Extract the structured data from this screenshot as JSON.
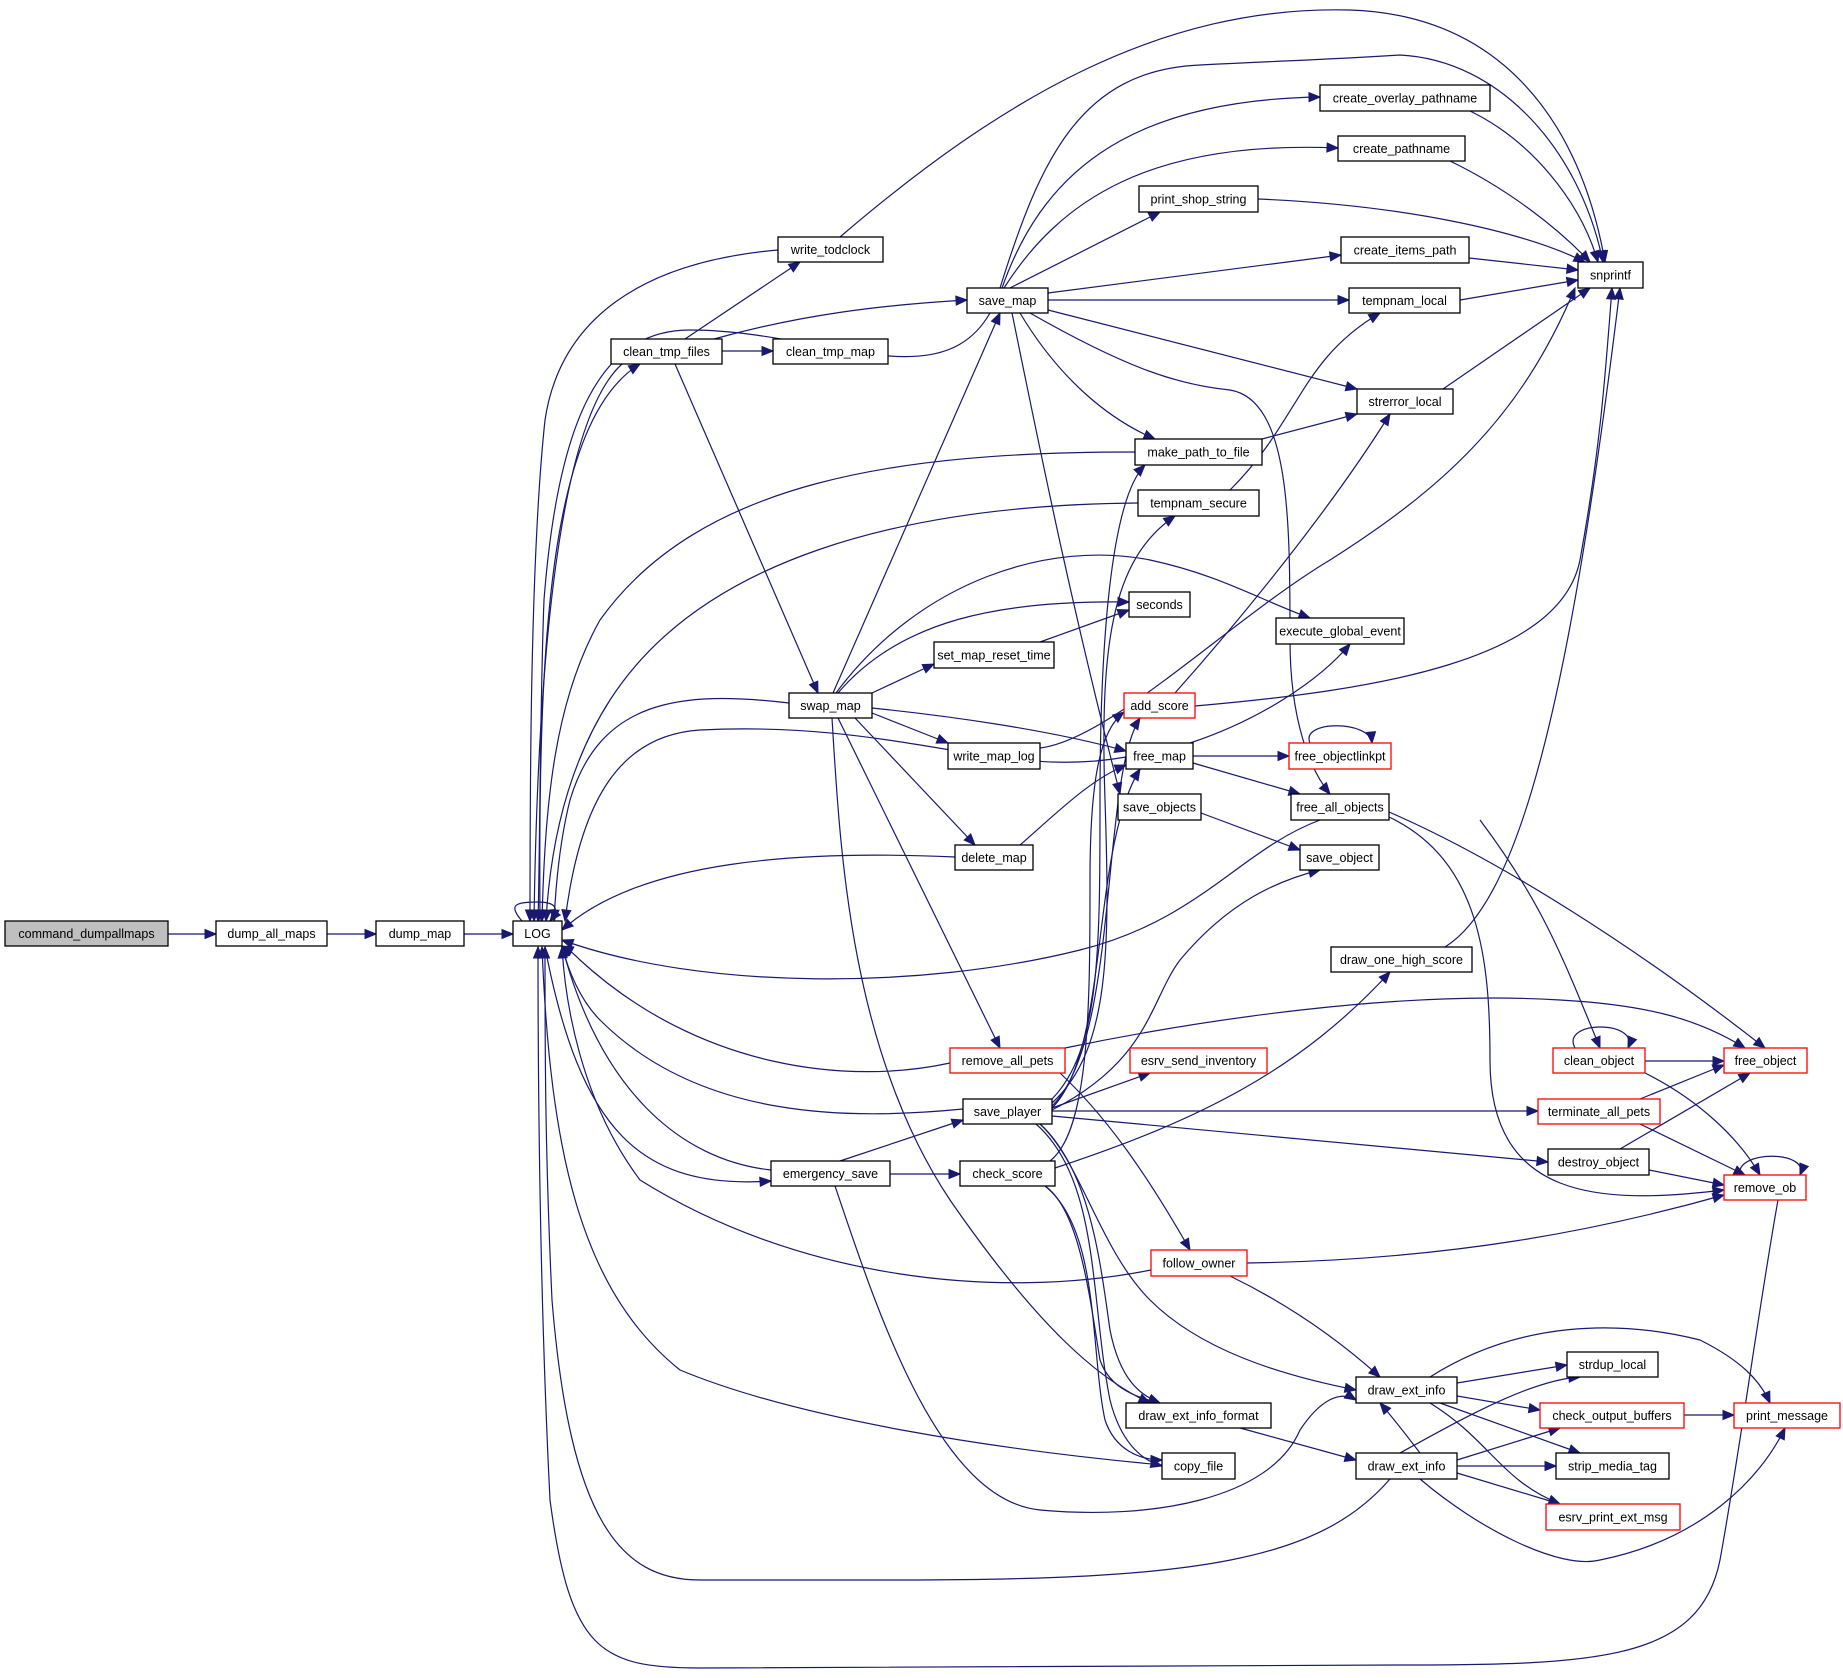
{
  "diagram": {
    "type": "call-graph",
    "root": "command_dumpallmaps",
    "colors": {
      "edge": "#191970",
      "node_border": "#000000",
      "truncated_border": "#ff0000",
      "root_fill": "#bfbfbf"
    },
    "nodes": [
      {
        "id": "command_dumpallmaps",
        "label": "command_dumpallmaps",
        "style": "root"
      },
      {
        "id": "dump_all_maps",
        "label": "dump_all_maps",
        "style": "normal"
      },
      {
        "id": "dump_map",
        "label": "dump_map",
        "style": "normal"
      },
      {
        "id": "LOG",
        "label": "LOG",
        "style": "normal"
      },
      {
        "id": "write_todclock",
        "label": "write_todclock",
        "style": "normal"
      },
      {
        "id": "clean_tmp_files",
        "label": "clean_tmp_files",
        "style": "normal"
      },
      {
        "id": "clean_tmp_map",
        "label": "clean_tmp_map",
        "style": "normal"
      },
      {
        "id": "save_map",
        "label": "save_map",
        "style": "normal"
      },
      {
        "id": "create_overlay_pathname",
        "label": "create_overlay_pathname",
        "style": "normal"
      },
      {
        "id": "create_pathname",
        "label": "create_pathname",
        "style": "normal"
      },
      {
        "id": "print_shop_string",
        "label": "print_shop_string",
        "style": "normal"
      },
      {
        "id": "create_items_path",
        "label": "create_items_path",
        "style": "normal"
      },
      {
        "id": "snprintf",
        "label": "snprintf",
        "style": "normal"
      },
      {
        "id": "tempnam_local",
        "label": "tempnam_local",
        "style": "normal"
      },
      {
        "id": "strerror_local",
        "label": "strerror_local",
        "style": "normal"
      },
      {
        "id": "make_path_to_file",
        "label": "make_path_to_file",
        "style": "normal"
      },
      {
        "id": "tempnam_secure",
        "label": "tempnam_secure",
        "style": "normal"
      },
      {
        "id": "seconds",
        "label": "seconds",
        "style": "normal"
      },
      {
        "id": "execute_global_event",
        "label": "execute_global_event",
        "style": "normal"
      },
      {
        "id": "set_map_reset_time",
        "label": "set_map_reset_time",
        "style": "normal"
      },
      {
        "id": "swap_map",
        "label": "swap_map",
        "style": "normal"
      },
      {
        "id": "add_score",
        "label": "add_score",
        "style": "truncated"
      },
      {
        "id": "write_map_log",
        "label": "write_map_log",
        "style": "normal"
      },
      {
        "id": "free_map",
        "label": "free_map",
        "style": "normal"
      },
      {
        "id": "free_objectlinkpt",
        "label": "free_objectlinkpt",
        "style": "truncated"
      },
      {
        "id": "save_objects",
        "label": "save_objects",
        "style": "normal"
      },
      {
        "id": "free_all_objects",
        "label": "free_all_objects",
        "style": "normal"
      },
      {
        "id": "delete_map",
        "label": "delete_map",
        "style": "normal"
      },
      {
        "id": "save_object",
        "label": "save_object",
        "style": "normal"
      },
      {
        "id": "draw_one_high_score",
        "label": "draw_one_high_score",
        "style": "normal"
      },
      {
        "id": "remove_all_pets",
        "label": "remove_all_pets",
        "style": "truncated"
      },
      {
        "id": "esrv_send_inventory",
        "label": "esrv_send_inventory",
        "style": "truncated"
      },
      {
        "id": "clean_object",
        "label": "clean_object",
        "style": "truncated"
      },
      {
        "id": "free_object",
        "label": "free_object",
        "style": "truncated"
      },
      {
        "id": "save_player",
        "label": "save_player",
        "style": "normal"
      },
      {
        "id": "terminate_all_pets",
        "label": "terminate_all_pets",
        "style": "truncated"
      },
      {
        "id": "emergency_save",
        "label": "emergency_save",
        "style": "normal"
      },
      {
        "id": "check_score",
        "label": "check_score",
        "style": "normal"
      },
      {
        "id": "destroy_object",
        "label": "destroy_object",
        "style": "normal"
      },
      {
        "id": "remove_ob",
        "label": "remove_ob",
        "style": "truncated"
      },
      {
        "id": "follow_owner",
        "label": "follow_owner",
        "style": "truncated"
      },
      {
        "id": "draw_ext_info_a",
        "label": "draw_ext_info",
        "style": "normal"
      },
      {
        "id": "strdup_local",
        "label": "strdup_local",
        "style": "normal"
      },
      {
        "id": "draw_ext_info_format",
        "label": "draw_ext_info_format",
        "style": "normal"
      },
      {
        "id": "check_output_buffers",
        "label": "check_output_buffers",
        "style": "truncated"
      },
      {
        "id": "print_message",
        "label": "print_message",
        "style": "truncated"
      },
      {
        "id": "copy_file",
        "label": "copy_file",
        "style": "normal"
      },
      {
        "id": "draw_ext_info_b",
        "label": "draw_ext_info",
        "style": "normal"
      },
      {
        "id": "strip_media_tag",
        "label": "strip_media_tag",
        "style": "normal"
      },
      {
        "id": "esrv_print_ext_msg",
        "label": "esrv_print_ext_msg",
        "style": "truncated"
      }
    ],
    "edges": [
      [
        "command_dumpallmaps",
        "dump_all_maps"
      ],
      [
        "dump_all_maps",
        "dump_map"
      ],
      [
        "dump_map",
        "LOG"
      ],
      [
        "LOG",
        "LOG"
      ],
      [
        "LOG",
        "clean_tmp_files"
      ],
      [
        "LOG",
        "emergency_save"
      ],
      [
        "write_todclock",
        "LOG"
      ],
      [
        "write_todclock",
        "snprintf"
      ],
      [
        "clean_tmp_files",
        "LOG"
      ],
      [
        "clean_tmp_files",
        "write_todclock"
      ],
      [
        "clean_tmp_files",
        "save_map"
      ],
      [
        "clean_tmp_files",
        "clean_tmp_map"
      ],
      [
        "clean_tmp_files",
        "swap_map"
      ],
      [
        "save_map",
        "LOG"
      ],
      [
        "save_map",
        "snprintf"
      ],
      [
        "save_map",
        "create_overlay_pathname"
      ],
      [
        "save_map",
        "create_pathname"
      ],
      [
        "save_map",
        "print_shop_string"
      ],
      [
        "save_map",
        "create_items_path"
      ],
      [
        "save_map",
        "tempnam_local"
      ],
      [
        "save_map",
        "strerror_local"
      ],
      [
        "save_map",
        "make_path_to_file"
      ],
      [
        "save_map",
        "free_all_objects"
      ],
      [
        "save_map",
        "save_objects"
      ],
      [
        "create_overlay_pathname",
        "snprintf"
      ],
      [
        "create_pathname",
        "snprintf"
      ],
      [
        "print_shop_string",
        "snprintf"
      ],
      [
        "create_items_path",
        "snprintf"
      ],
      [
        "tempnam_local",
        "snprintf"
      ],
      [
        "strerror_local",
        "snprintf"
      ],
      [
        "make_path_to_file",
        "LOG"
      ],
      [
        "make_path_to_file",
        "strerror_local"
      ],
      [
        "tempnam_secure",
        "LOG"
      ],
      [
        "tempnam_secure",
        "tempnam_local"
      ],
      [
        "set_map_reset_time",
        "seconds"
      ],
      [
        "swap_map",
        "LOG"
      ],
      [
        "swap_map",
        "save_map"
      ],
      [
        "swap_map",
        "seconds"
      ],
      [
        "swap_map",
        "set_map_reset_time"
      ],
      [
        "swap_map",
        "execute_global_event"
      ],
      [
        "swap_map",
        "write_map_log"
      ],
      [
        "swap_map",
        "free_map"
      ],
      [
        "swap_map",
        "delete_map"
      ],
      [
        "swap_map",
        "remove_all_pets"
      ],
      [
        "swap_map",
        "draw_ext_info_format"
      ],
      [
        "add_score",
        "snprintf"
      ],
      [
        "add_score",
        "strerror_local"
      ],
      [
        "write_map_log",
        "LOG"
      ],
      [
        "write_map_log",
        "snprintf"
      ],
      [
        "free_map",
        "LOG"
      ],
      [
        "free_map",
        "execute_global_event"
      ],
      [
        "free_map",
        "free_objectlinkpt"
      ],
      [
        "free_map",
        "free_all_objects"
      ],
      [
        "free_objectlinkpt",
        "free_objectlinkpt"
      ],
      [
        "save_objects",
        "save_object"
      ],
      [
        "free_all_objects",
        "LOG"
      ],
      [
        "free_all_objects",
        "clean_object"
      ],
      [
        "free_all_objects",
        "free_object"
      ],
      [
        "free_all_objects",
        "remove_ob"
      ],
      [
        "delete_map",
        "LOG"
      ],
      [
        "delete_map",
        "free_map"
      ],
      [
        "draw_one_high_score",
        "snprintf"
      ],
      [
        "remove_all_pets",
        "LOG"
      ],
      [
        "remove_all_pets",
        "free_object"
      ],
      [
        "remove_all_pets",
        "follow_owner"
      ],
      [
        "clean_object",
        "clean_object"
      ],
      [
        "clean_object",
        "free_object"
      ],
      [
        "clean_object",
        "remove_ob"
      ],
      [
        "save_player",
        "LOG"
      ],
      [
        "save_player",
        "make_path_to_file"
      ],
      [
        "save_player",
        "tempnam_secure"
      ],
      [
        "save_player",
        "add_score"
      ],
      [
        "save_player",
        "free_map"
      ],
      [
        "save_player",
        "esrv_send_inventory"
      ],
      [
        "save_player",
        "save_object"
      ],
      [
        "save_player",
        "terminate_all_pets"
      ],
      [
        "save_player",
        "destroy_object"
      ],
      [
        "save_player",
        "draw_ext_info_a"
      ],
      [
        "save_player",
        "draw_ext_info_format"
      ],
      [
        "save_player",
        "copy_file"
      ],
      [
        "terminate_all_pets",
        "free_object"
      ],
      [
        "terminate_all_pets",
        "remove_ob"
      ],
      [
        "emergency_save",
        "LOG"
      ],
      [
        "emergency_save",
        "save_player"
      ],
      [
        "emergency_save",
        "check_score"
      ],
      [
        "emergency_save",
        "draw_ext_info_a"
      ],
      [
        "check_score",
        "add_score"
      ],
      [
        "check_score",
        "draw_one_high_score"
      ],
      [
        "check_score",
        "draw_ext_info_format"
      ],
      [
        "check_score",
        "copy_file"
      ],
      [
        "destroy_object",
        "free_object"
      ],
      [
        "destroy_object",
        "remove_ob"
      ],
      [
        "remove_ob",
        "remove_ob"
      ],
      [
        "remove_ob",
        "LOG"
      ],
      [
        "follow_owner",
        "LOG"
      ],
      [
        "follow_owner",
        "remove_ob"
      ],
      [
        "follow_owner",
        "draw_ext_info_a"
      ],
      [
        "draw_ext_info_a",
        "strdup_local"
      ],
      [
        "draw_ext_info_a",
        "check_output_buffers"
      ],
      [
        "draw_ext_info_a",
        "print_message"
      ],
      [
        "draw_ext_info_a",
        "strip_media_tag"
      ],
      [
        "draw_ext_info_a",
        "esrv_print_ext_msg"
      ],
      [
        "draw_ext_info_format",
        "draw_ext_info_b"
      ],
      [
        "check_output_buffers",
        "print_message"
      ],
      [
        "copy_file",
        "LOG"
      ],
      [
        "draw_ext_info_b",
        "LOG"
      ],
      [
        "draw_ext_info_b",
        "draw_ext_info_a"
      ],
      [
        "draw_ext_info_b",
        "strdup_local"
      ],
      [
        "draw_ext_info_b",
        "check_output_buffers"
      ],
      [
        "draw_ext_info_b",
        "strip_media_tag"
      ],
      [
        "draw_ext_info_b",
        "esrv_print_ext_msg"
      ],
      [
        "draw_ext_info_b",
        "print_message"
      ]
    ]
  }
}
